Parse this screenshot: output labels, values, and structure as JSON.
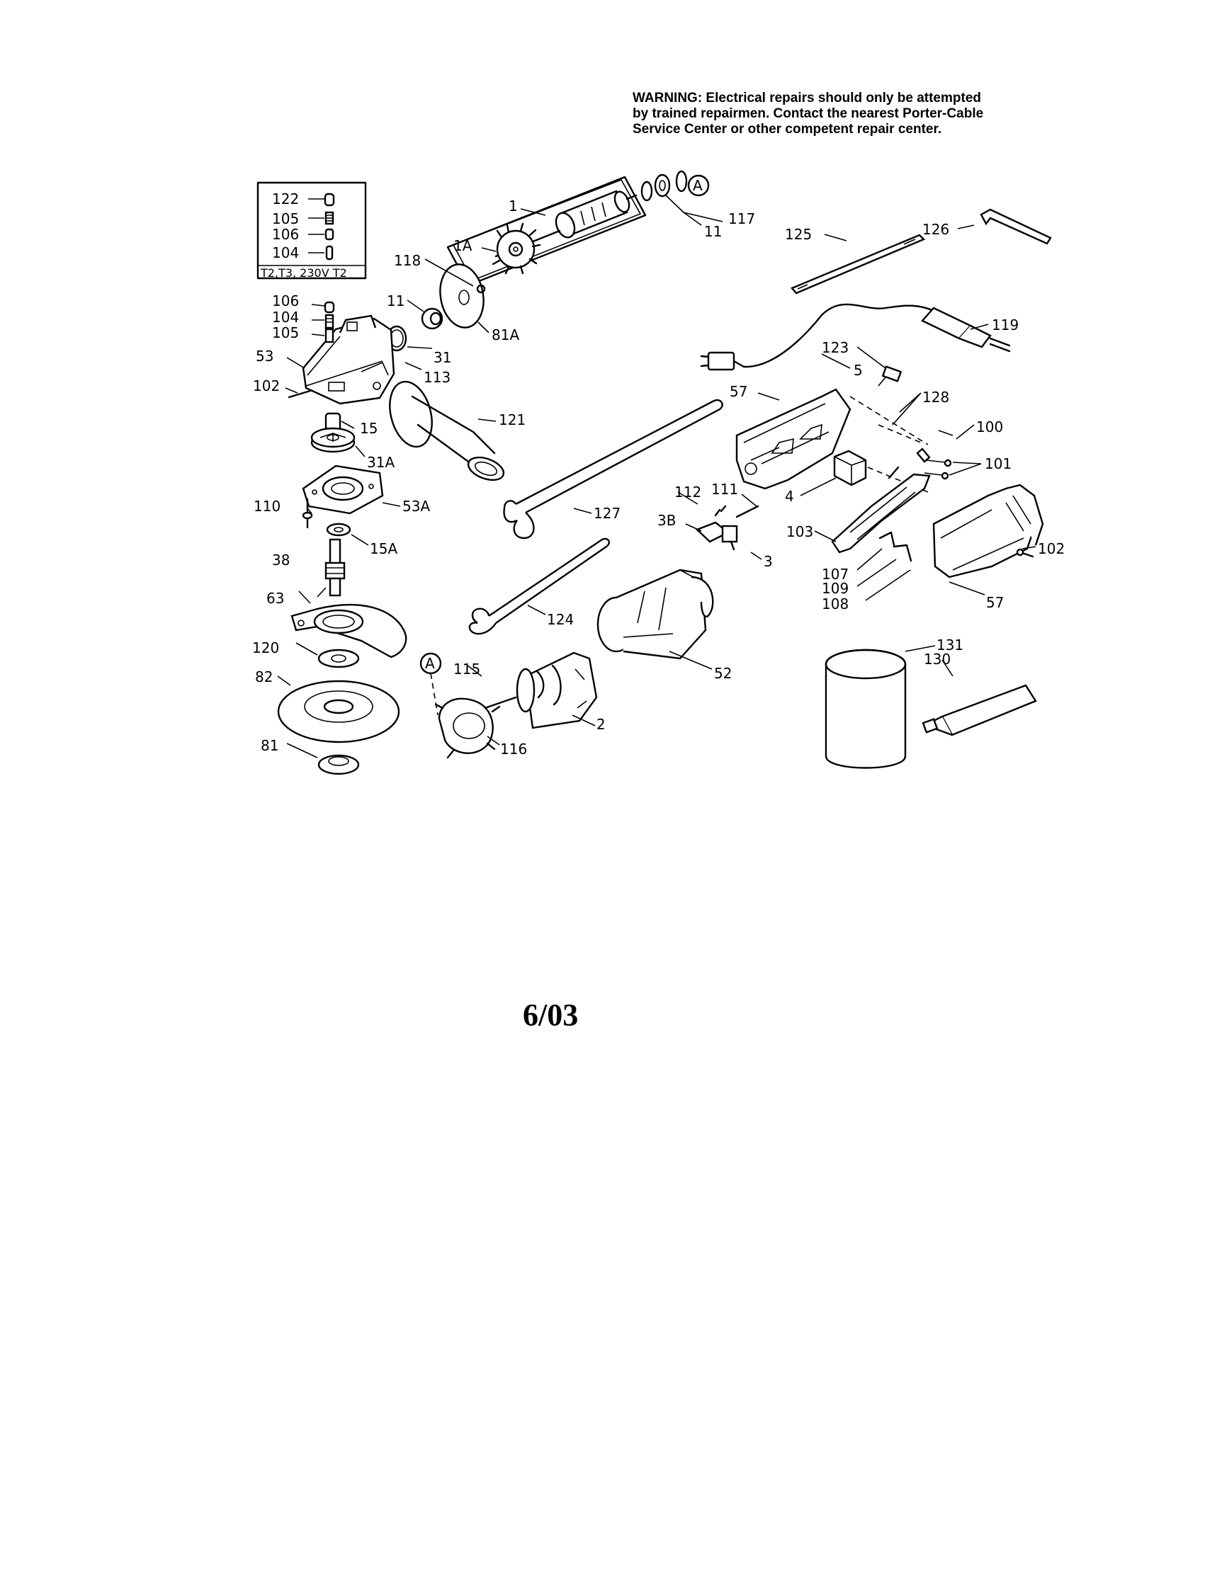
{
  "warning": {
    "lines": [
      "WARNING: Electrical repairs should only be attempted",
      "by trained repairmen. Contact the nearest Porter-Cable",
      "Service Center or other competent repair center."
    ]
  },
  "inset": {
    "parts": [
      "122",
      "105",
      "106",
      "104"
    ],
    "caption": "T2,T3, 230V T2"
  },
  "labels": {
    "p1": "1",
    "p1A": "1A",
    "pA_top": "A",
    "p117": "117",
    "p11a": "11",
    "p118": "118",
    "p11b": "11",
    "p81A": "81A",
    "p31": "31",
    "p113": "113",
    "p125": "125",
    "p126": "126",
    "p119": "119",
    "p123": "123",
    "p5": "5",
    "p106": "106",
    "p104": "104",
    "p105": "105",
    "p53": "53",
    "p102a": "102",
    "p15": "15",
    "p121": "121",
    "p31A": "31A",
    "p57a": "57",
    "p128": "128",
    "p100": "100",
    "p101": "101",
    "p4": "4",
    "p110": "110",
    "p53A": "53A",
    "p15A": "15A",
    "p127": "127",
    "p112": "112",
    "p111": "111",
    "p3B": "3B",
    "p3": "3",
    "p103": "103",
    "p102b": "102",
    "p107": "107",
    "p109": "109",
    "p108": "108",
    "p57b": "57",
    "p38": "38",
    "p63": "63",
    "p124": "124",
    "p52": "52",
    "p120": "120",
    "pA_bot": "A",
    "p115": "115",
    "p2": "2",
    "p82": "82",
    "p81": "81",
    "p116": "116",
    "p131": "131",
    "p130": "130"
  },
  "date": "6/03"
}
